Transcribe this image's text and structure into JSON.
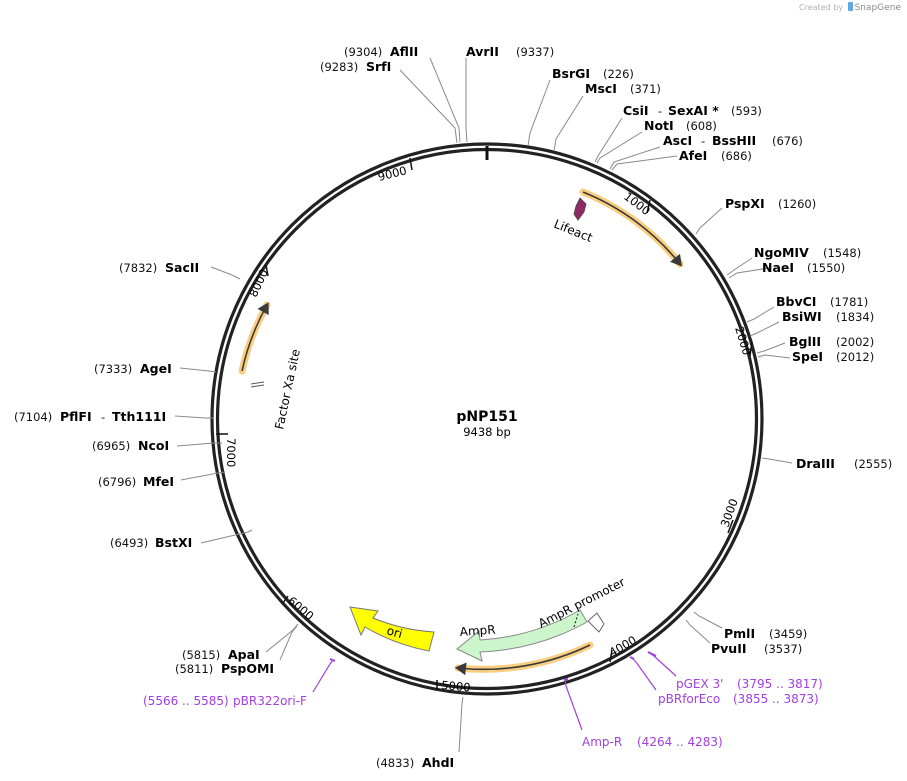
{
  "watermark": {
    "created_by": "Created by",
    "brand": "SnapGene"
  },
  "plasmid": {
    "name": "pNP151",
    "length": "9438 bp"
  },
  "ticks": [
    "1000",
    "2000",
    "3000",
    "4000",
    "5000",
    "6000",
    "7000",
    "8000",
    "9000"
  ],
  "sites": [
    {
      "name": "AflII",
      "pos": "(9304)"
    },
    {
      "name": "SrfI",
      "pos": "(9283)"
    },
    {
      "name": "AvrII",
      "pos": "(9337)"
    },
    {
      "name": "BsrGI",
      "pos": "(226)"
    },
    {
      "name": "MscI",
      "pos": "(371)"
    },
    {
      "name": "CsiI",
      "sep": "-",
      "name2": "SexAI *",
      "pos": "(593)"
    },
    {
      "name": "NotI",
      "pos": "(608)"
    },
    {
      "name": "AscI",
      "sep": "-",
      "name2": "BssHII",
      "pos": "(676)"
    },
    {
      "name": "AfeI",
      "pos": "(686)"
    },
    {
      "name": "PspXI",
      "pos": "(1260)"
    },
    {
      "name": "NgoMIV",
      "pos": "(1548)"
    },
    {
      "name": "NaeI",
      "pos": "(1550)"
    },
    {
      "name": "BbvCI",
      "pos": "(1781)"
    },
    {
      "name": "BsiWI",
      "pos": "(1834)"
    },
    {
      "name": "BglII",
      "pos": "(2002)"
    },
    {
      "name": "SpeI",
      "pos": "(2012)"
    },
    {
      "name": "DraIII",
      "pos": "(2555)"
    },
    {
      "name": "PmlI",
      "pos": "(3459)"
    },
    {
      "name": "PvuII",
      "pos": "(3537)"
    },
    {
      "name": "AhdI",
      "pos": "(4833)"
    },
    {
      "name": "ApaI",
      "pos": "(5815)"
    },
    {
      "name": "PspOMI",
      "pos": "(5811)"
    },
    {
      "name": "BstXI",
      "pos": "(6493)"
    },
    {
      "name": "MfeI",
      "pos": "(6796)"
    },
    {
      "name": "NcoI",
      "pos": "(6965)"
    },
    {
      "name": "PflFI",
      "sep": "-",
      "name2": "Tth111I",
      "pos": "(7104)"
    },
    {
      "name": "AgeI",
      "pos": "(7333)"
    },
    {
      "name": "SacII",
      "pos": "(7832)"
    }
  ],
  "primers": [
    {
      "name": "pGEX 3'",
      "range": "(3795 .. 3817)"
    },
    {
      "name": "pBRforEco",
      "range": "(3855 .. 3873)"
    },
    {
      "name": "Amp-R",
      "range": "(4264 .. 4283)"
    },
    {
      "name": "pBR322ori-F",
      "range": "(5566 .. 5585)"
    }
  ],
  "features": [
    {
      "name": "Lifeact",
      "color": "#8e2a63"
    },
    {
      "name": "AmpR",
      "color": "#ccf5cc"
    },
    {
      "name": "AmpR promoter",
      "color": "#ffffff"
    },
    {
      "name": "ori",
      "color": "#ffff00"
    },
    {
      "name": "Factor Xa site",
      "color": "#ffffff"
    }
  ],
  "colors": {
    "orf_glow": "#f9c56a",
    "primer": "#a23fe0",
    "ring": "#222222"
  }
}
